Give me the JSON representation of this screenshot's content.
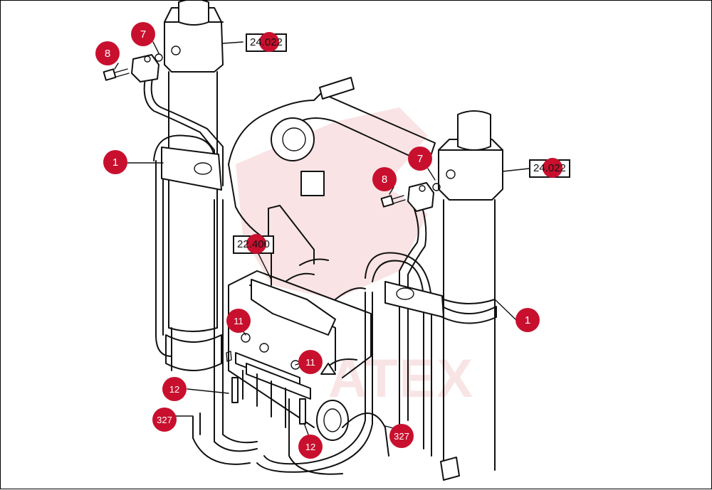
{
  "diagram": {
    "watermark_text": "ATEX",
    "references": [
      {
        "id": "ref-top-left",
        "text": "24.022"
      },
      {
        "id": "ref-right",
        "text": "24.022"
      },
      {
        "id": "ref-center",
        "text": "22.400"
      }
    ],
    "callouts": [
      {
        "id": "c7a",
        "label": "7"
      },
      {
        "id": "c8a",
        "label": "8"
      },
      {
        "id": "c1a",
        "label": "1"
      },
      {
        "id": "c7b",
        "label": "7"
      },
      {
        "id": "c8b",
        "label": "8"
      },
      {
        "id": "c1b",
        "label": "1"
      },
      {
        "id": "c11a",
        "label": "11"
      },
      {
        "id": "c11b",
        "label": "11"
      },
      {
        "id": "c12a",
        "label": "12"
      },
      {
        "id": "c12b",
        "label": "12"
      },
      {
        "id": "c327a",
        "label": "327"
      },
      {
        "id": "c327b",
        "label": "327"
      }
    ],
    "colors": {
      "callout": "#c8102e",
      "line": "#111111",
      "watermark": "#c81e28"
    }
  }
}
